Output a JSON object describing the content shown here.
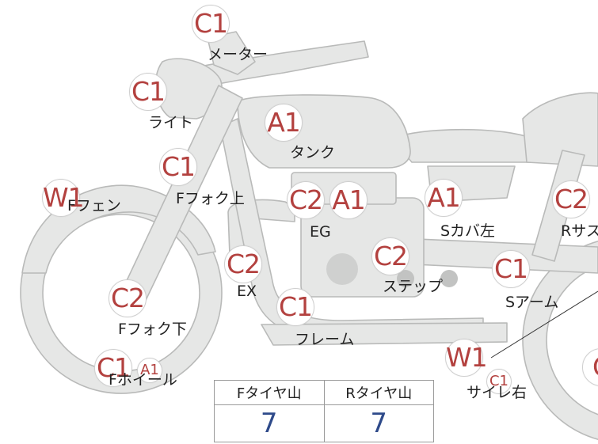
{
  "badges": {
    "meter": "C1",
    "light": "C1",
    "tank": "A1",
    "ffork_upper": "C1",
    "ffender": "W1",
    "eg_c2": "C2",
    "eg_a1": "A1",
    "scover_left": "A1",
    "rsus": "C2",
    "ex": "C2",
    "step": "C2",
    "sarm": "C1",
    "frame": "C1",
    "ffork_lower": "C2",
    "fwheel_c1": "C1",
    "fwheel_a1": "A1",
    "silencer_w1": "W1",
    "silencer_c1": "C1",
    "edge_right": "C"
  },
  "labels": {
    "meter": "メーター",
    "light": "ライト",
    "tank": "タンク",
    "ffork_upper": "Fフォク上",
    "ffender": "Fフェン",
    "eg": "EG",
    "scover_left": "Sカバ左",
    "rsus": "Rサス",
    "ex": "EX",
    "step": "ステップ",
    "sarm": "Sアーム",
    "frame": "フレーム",
    "ffork_lower": "Fフォク下",
    "fwheel": "Fホイール",
    "silencer_right": "サイレ右"
  },
  "tire_table": {
    "front_header": "Fタイヤ山",
    "rear_header": "Rタイヤ山",
    "front_value": "7",
    "rear_value": "7"
  },
  "colors": {
    "badge_text": "#b3413f",
    "part_fill": "#e6e7e6",
    "part_stroke": "#b9bab9",
    "table_value": "#2e4a8a"
  }
}
